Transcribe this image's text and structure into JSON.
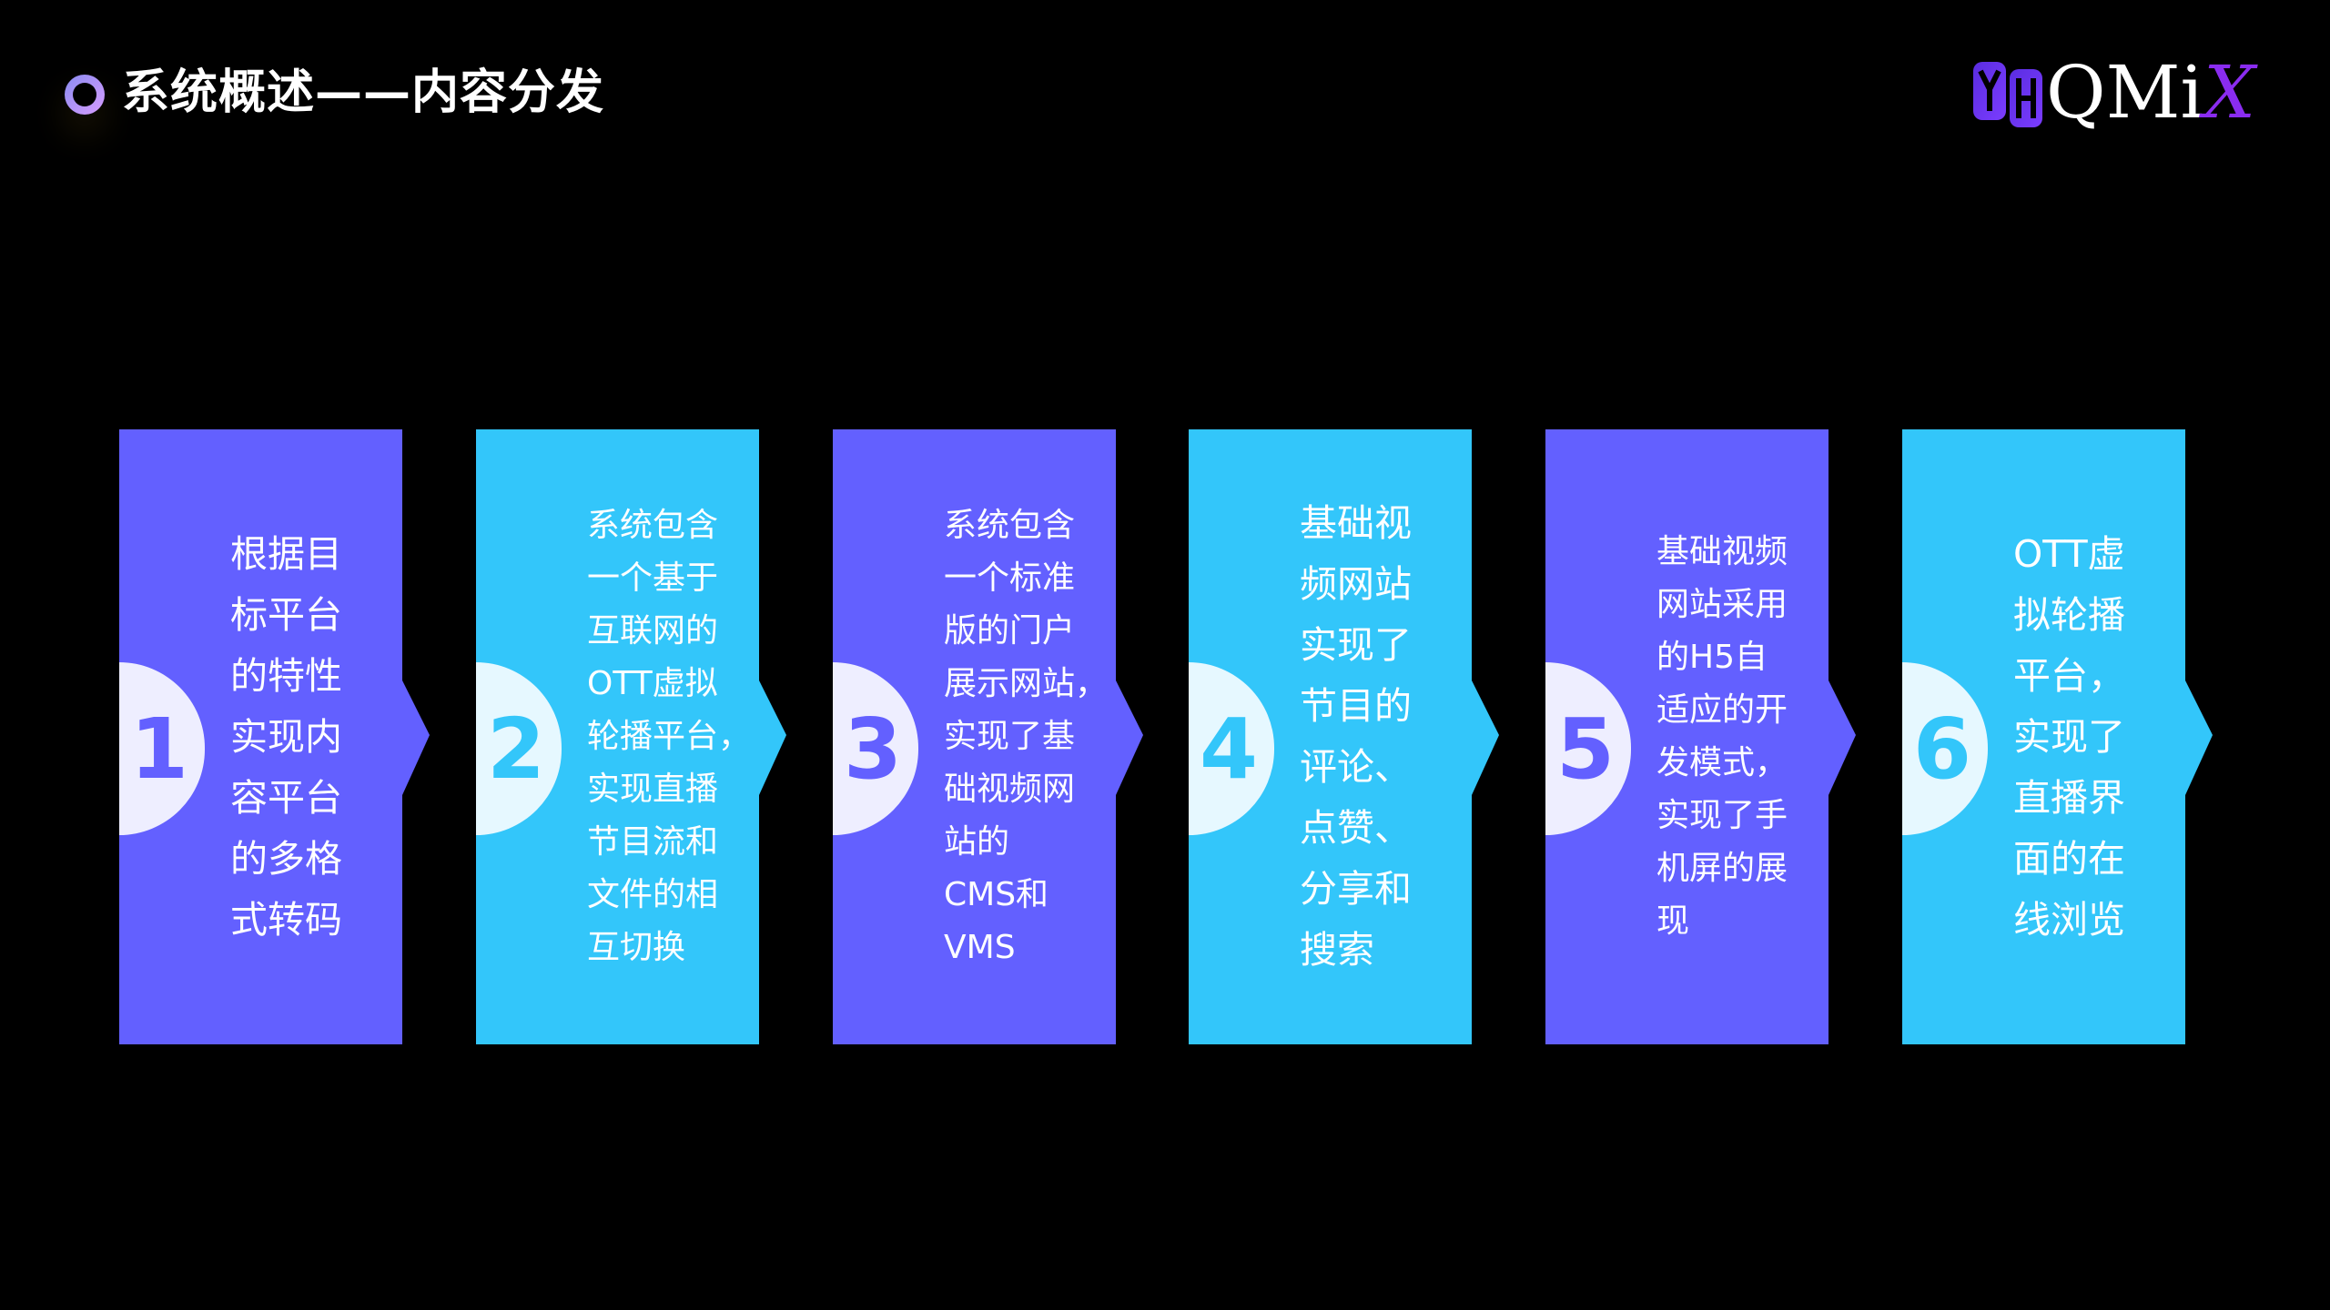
{
  "header": {
    "title": "系统概述——内容分发",
    "icon": "ring-bullet-icon"
  },
  "logo": {
    "text_main": "QMi",
    "text_accent": "X",
    "mark": "YH"
  },
  "colors": {
    "purple": "#6360FF",
    "cyan": "#33C6FA",
    "purple_circle": "#EEEEFF",
    "cyan_circle": "#E6F8FF"
  },
  "steps": [
    {
      "number": "1",
      "lines": [
        "根据目",
        "标平台",
        "的特性",
        "实现内",
        "容平台",
        "的多格",
        "式转码"
      ]
    },
    {
      "number": "2",
      "lines": [
        "系统包含",
        "一个基于",
        "互联网的",
        "OTT虚拟",
        "轮播平台，",
        "实现直播",
        "节目流和",
        "文件的相",
        "互切换"
      ]
    },
    {
      "number": "3",
      "lines": [
        "系统包含",
        "一个标准",
        "版的门户",
        "展示网站，",
        "实现了基",
        "础视频网",
        "站的",
        "CMS和",
        "VMS"
      ]
    },
    {
      "number": "4",
      "lines": [
        "基础视",
        "频网站",
        "实现了",
        "节目的",
        "评论、",
        "点赞、",
        "分享和",
        "搜索"
      ]
    },
    {
      "number": "5",
      "lines": [
        "基础视频",
        "网站采用",
        "的H5自",
        "适应的开",
        "发模式，",
        "实现了手",
        "机屏的展",
        "现"
      ]
    },
    {
      "number": "6",
      "lines": [
        "OTT虚",
        "拟轮播",
        "平台，",
        "实现了",
        "直播界",
        "面的在",
        "线浏览"
      ]
    }
  ]
}
